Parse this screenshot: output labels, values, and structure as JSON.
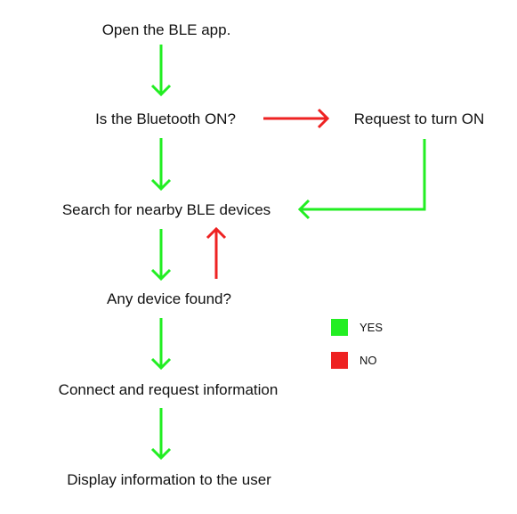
{
  "diagram": {
    "steps": {
      "open_app": "Open the BLE  app.",
      "bt_check": "Is the Bluetooth ON?",
      "request_on": "Request to turn ON",
      "search": "Search for nearby BLE devices",
      "device_found": "Any device found?",
      "connect": "Connect and request information",
      "display": "Display information to the user"
    }
  },
  "legend": {
    "yes": {
      "label": "YES",
      "color": "#22ee22"
    },
    "no": {
      "label": "NO",
      "color": "#ee2222"
    }
  },
  "colors": {
    "yes_arrow": "#22ee22",
    "no_arrow": "#ee2222"
  }
}
